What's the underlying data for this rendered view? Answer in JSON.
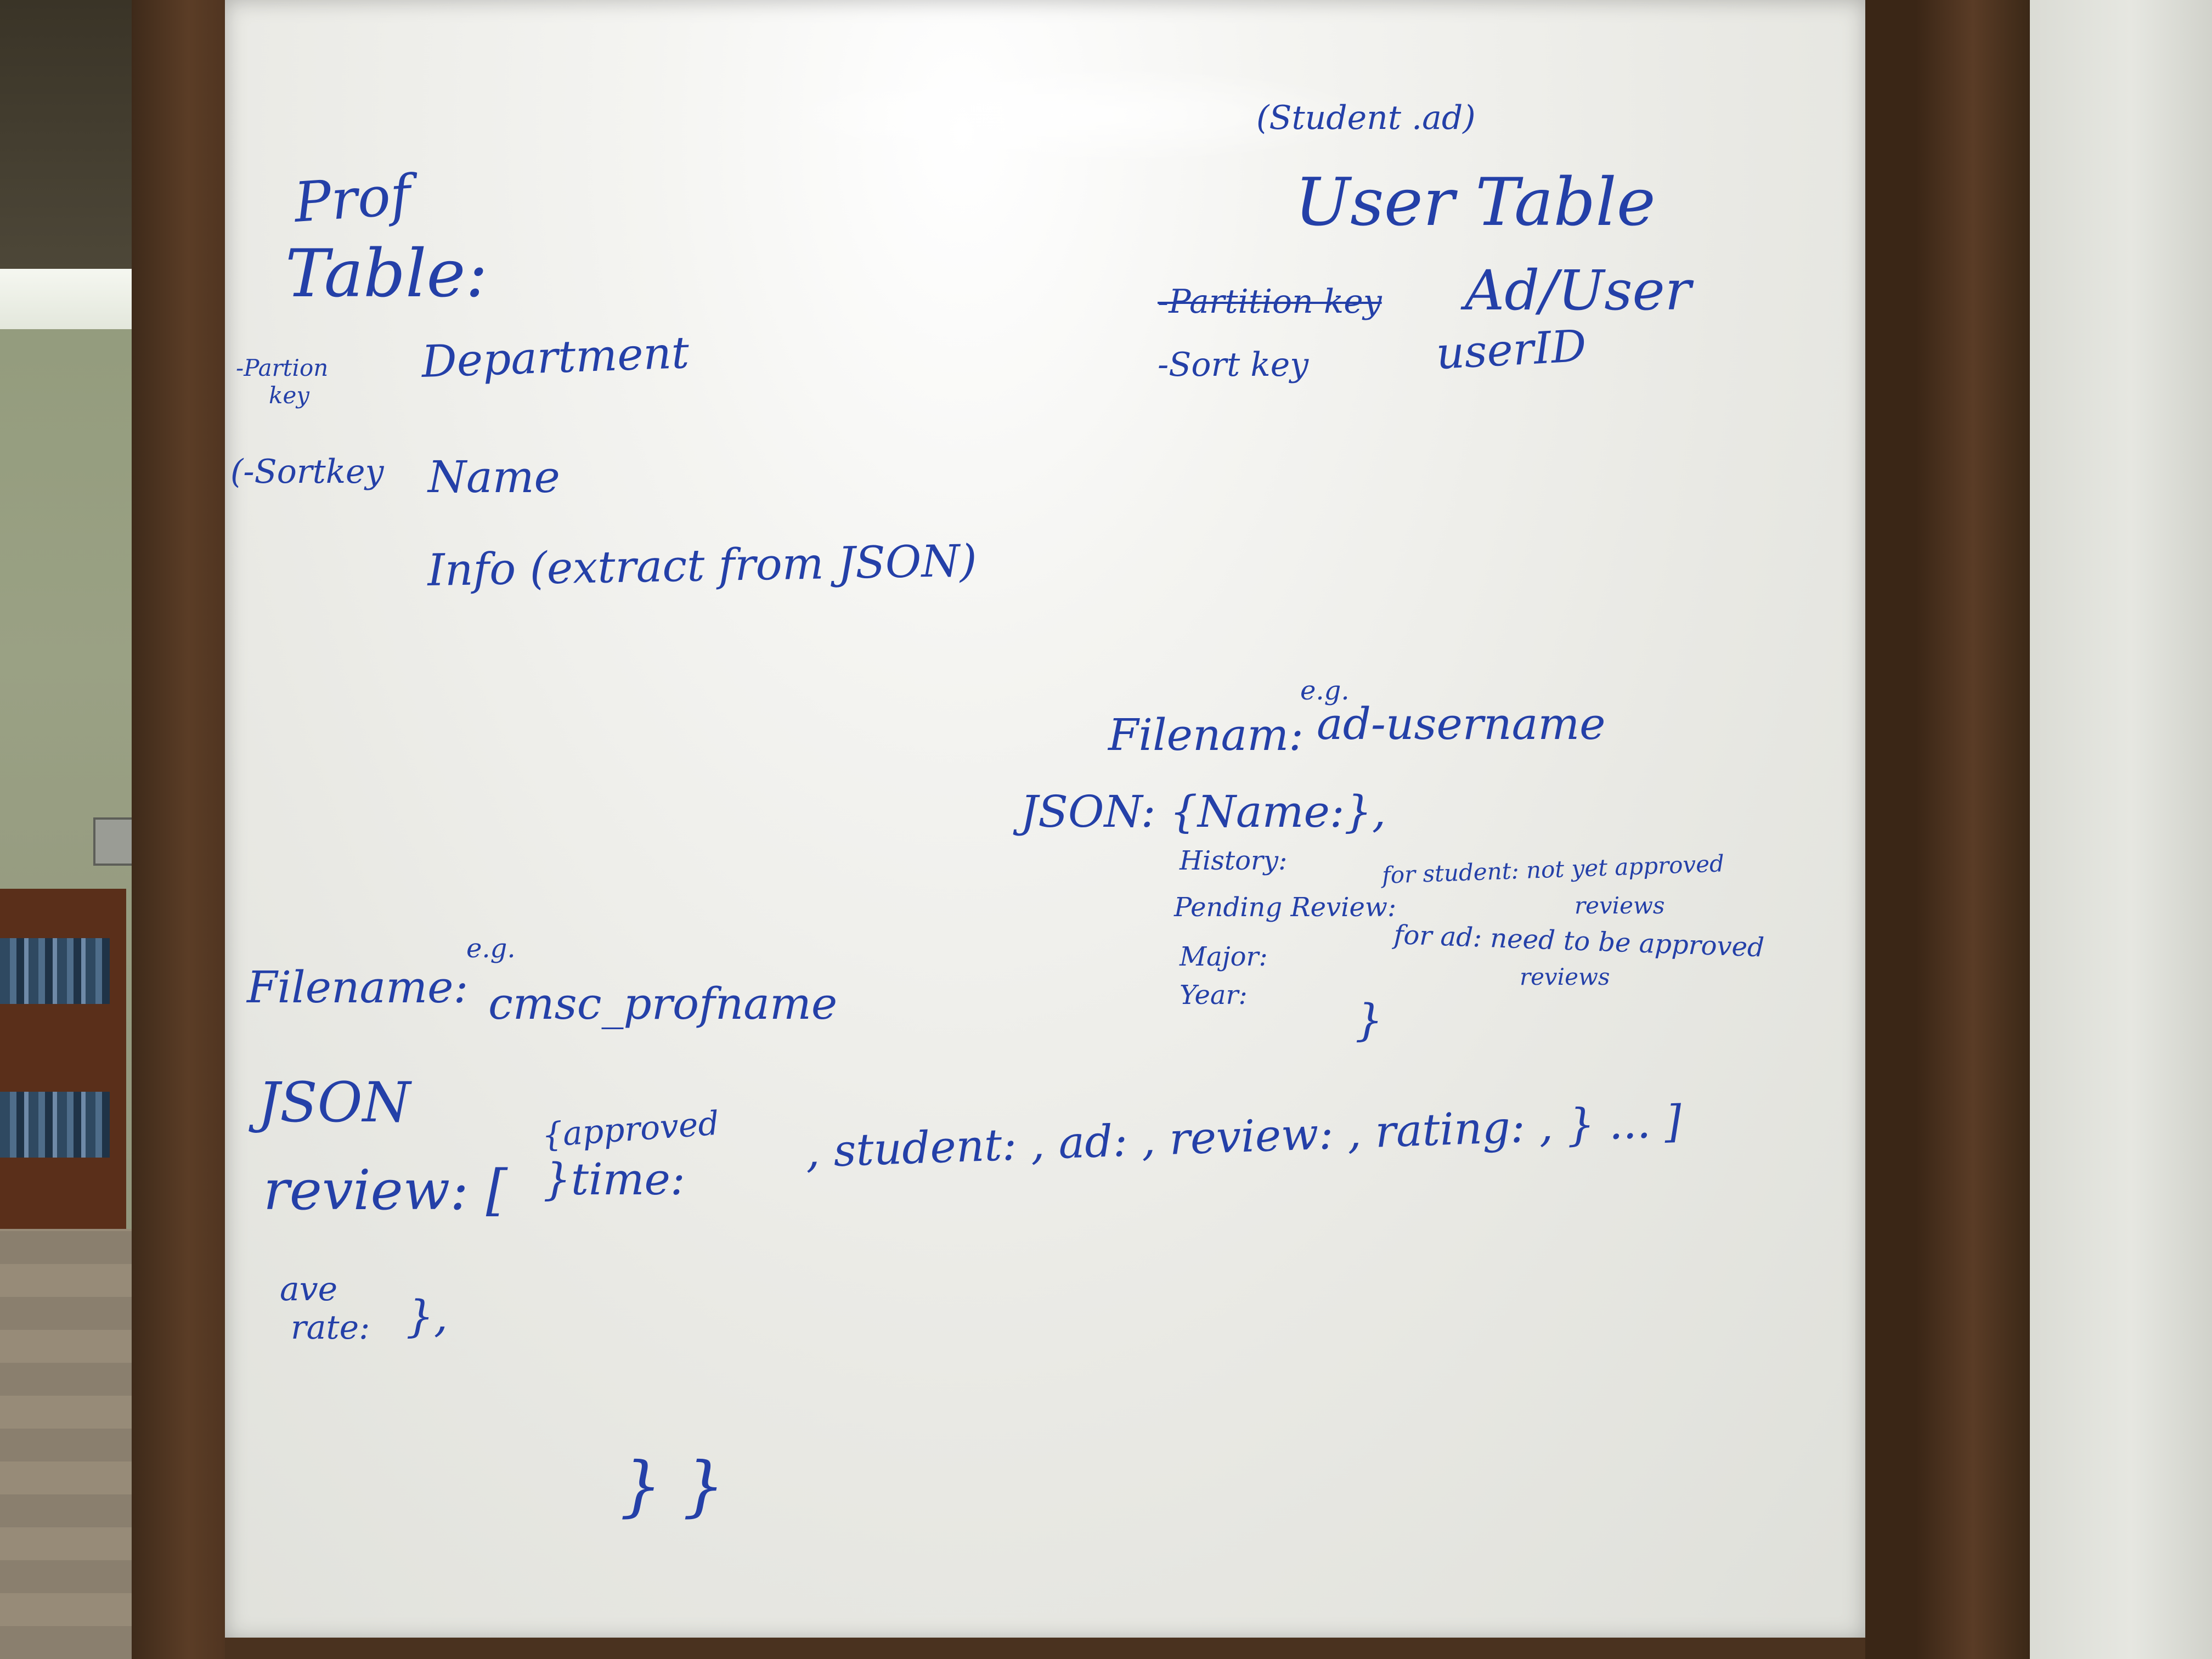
{
  "whiteboard": {
    "prof_table": {
      "title_line1": "Prof",
      "title_line2": "Table:",
      "partition_label_line1": "-Partion",
      "partition_label_line2": "key",
      "partition_value": "Department",
      "sort_label": "(-Sortkey",
      "sort_value": "Name",
      "info": "Info (extract from JSON)"
    },
    "user_table": {
      "subtitle": "(Student .ad)",
      "title": "User Table",
      "partition_label": "-Partition key",
      "partition_value": "Ad/User",
      "sort_label": "-Sort key",
      "sort_value": "userID"
    },
    "user_file": {
      "eg": "e.g.",
      "filename_label": "Filenam:",
      "filename_value": "ad-username",
      "json_open": "JSON: {Name:",
      "name_brace": "},",
      "history": "History:",
      "pending_review": "Pending Review:",
      "major": "Major:",
      "year": "Year:",
      "note_student_line1": "for student: not yet approved",
      "note_student_line2": "reviews",
      "note_ad_line1": "for ad: need to be approved",
      "note_ad_line2": "reviews",
      "close_brace": "}"
    },
    "prof_file": {
      "eg": "e.g.",
      "filename_label": "Filename:",
      "filename_value": "cmsc_profname",
      "json_label": "JSON",
      "review_label": "review: [",
      "approved": "{approved",
      "time": "}time:",
      "rest_of_review": ", student: , ad: , review: , rating: , } ... ]",
      "ave_line1": "ave",
      "ave_line2": "rate:",
      "ave_brace": "},",
      "closing_braces": "}  }"
    }
  },
  "colors": {
    "marker_blue": "#2440a8",
    "board_white": "#f2f2ef",
    "frame_wood": "#4a301e"
  }
}
